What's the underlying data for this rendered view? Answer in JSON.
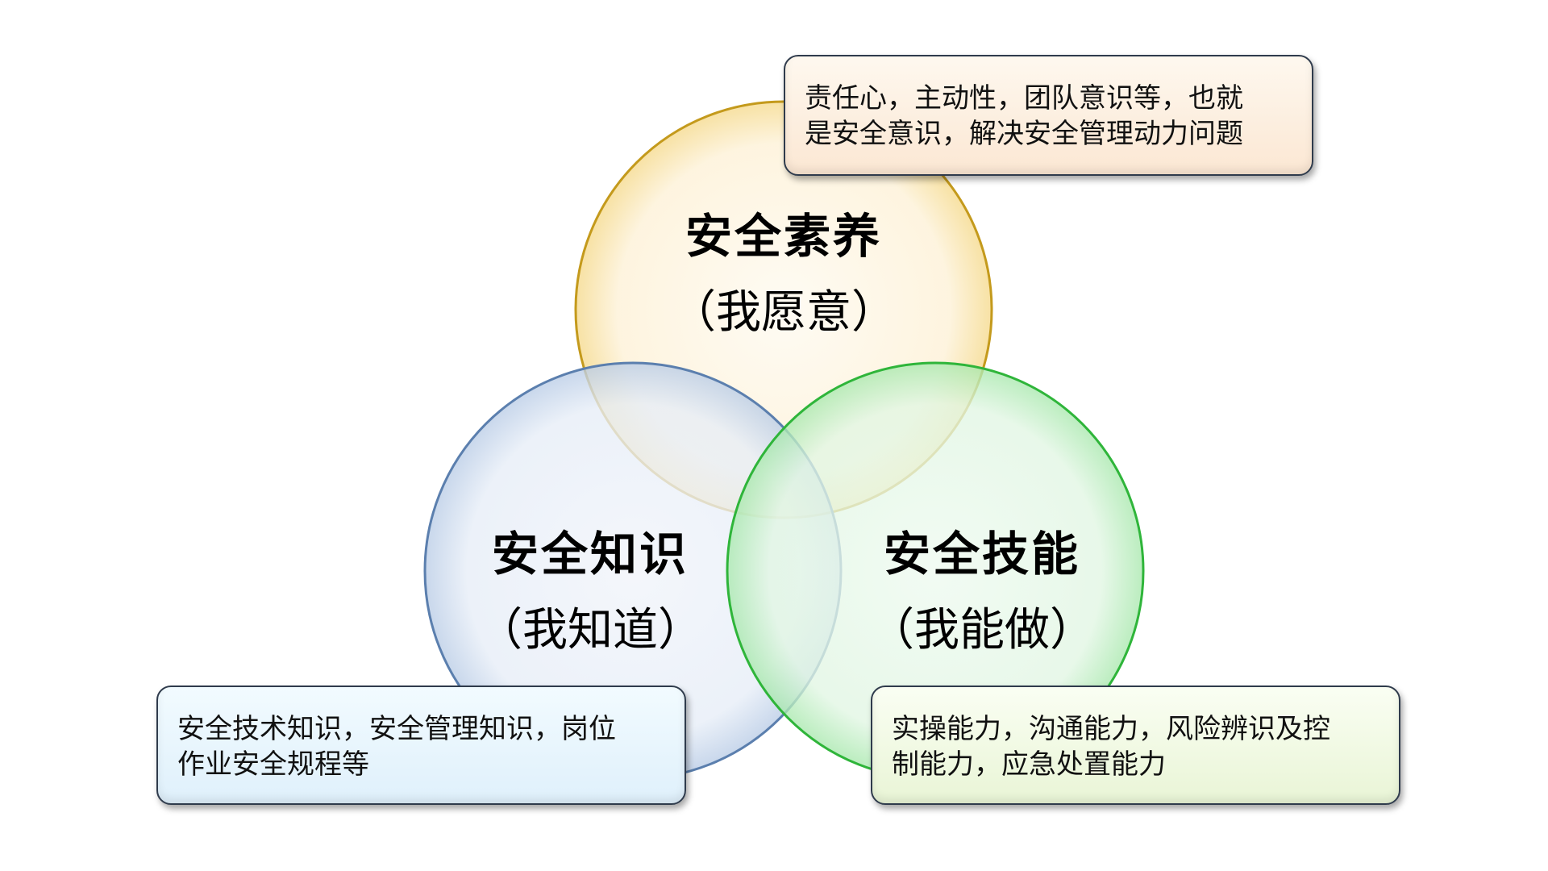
{
  "diagram": {
    "type": "venn",
    "circles": [
      {
        "id": "top",
        "title": "安全素养",
        "subtitle": "（我愿意）",
        "fill": "#fdf3dc",
        "stroke": "#c49a1c",
        "note": {
          "lines": [
            "责任心，主动性，团队意识等，也就",
            "是安全意识，解决安全管理动力问题"
          ],
          "fill_top": "#fef8ef",
          "fill_bottom": "#fbe7d3"
        }
      },
      {
        "id": "left",
        "title": "安全知识",
        "subtitle": "（我知道）",
        "fill": "#e9eff8",
        "stroke": "#5b7fae",
        "note": {
          "lines": [
            "安全技术知识，安全管理知识，岗位",
            "作业安全规程等"
          ],
          "fill_top": "#f2fbff",
          "fill_bottom": "#dff0fb"
        }
      },
      {
        "id": "right",
        "title": "安全技能",
        "subtitle": "（我能做）",
        "fill": "#e4f7e6",
        "stroke": "#2fb53a",
        "note": {
          "lines": [
            "实操能力，沟通能力，风险辨识及控",
            "制能力，应急处置能力"
          ],
          "fill_top": "#fafef3",
          "fill_bottom": "#e9f5d6"
        }
      }
    ]
  }
}
